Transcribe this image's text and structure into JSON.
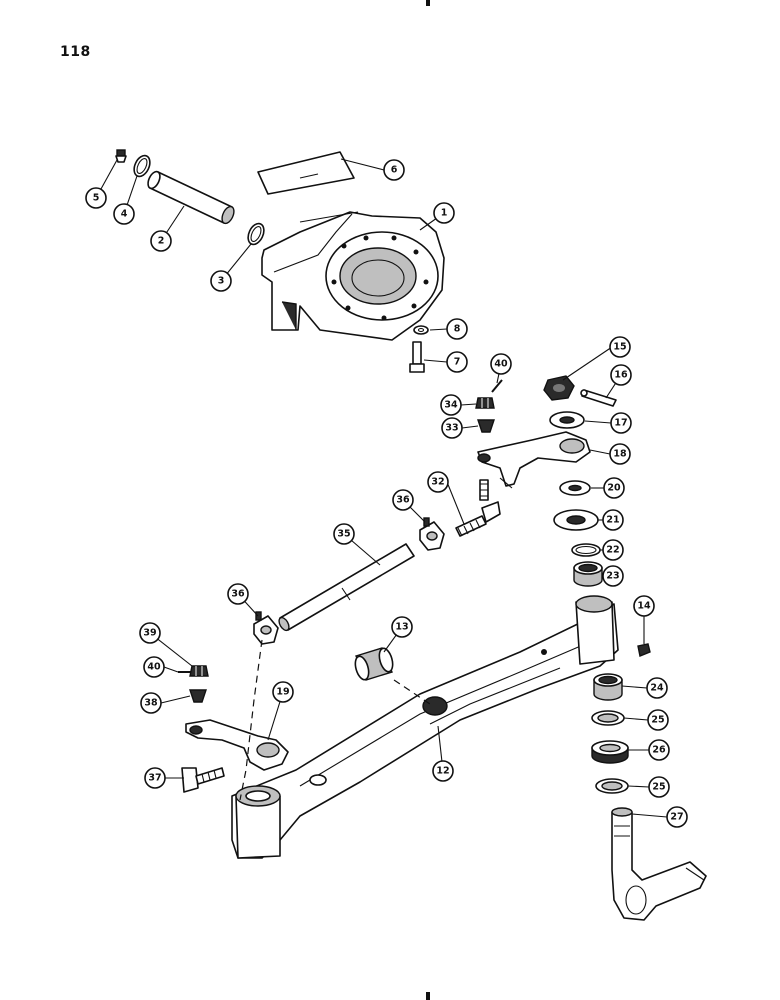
{
  "page_number": "118",
  "callouts": [
    {
      "label": "1"
    },
    {
      "label": "2"
    },
    {
      "label": "3"
    },
    {
      "label": "4"
    },
    {
      "label": "5"
    },
    {
      "label": "6"
    },
    {
      "label": "7"
    },
    {
      "label": "8"
    },
    {
      "label": "12"
    },
    {
      "label": "13"
    },
    {
      "label": "14"
    },
    {
      "label": "15"
    },
    {
      "label": "16"
    },
    {
      "label": "17"
    },
    {
      "label": "18"
    },
    {
      "label": "19"
    },
    {
      "label": "20"
    },
    {
      "label": "21"
    },
    {
      "label": "22"
    },
    {
      "label": "23"
    },
    {
      "label": "24"
    },
    {
      "label": "25"
    },
    {
      "label": "26"
    },
    {
      "label": "25"
    },
    {
      "label": "27"
    },
    {
      "label": "32"
    },
    {
      "label": "33"
    },
    {
      "label": "34"
    },
    {
      "label": "35"
    },
    {
      "label": "36"
    },
    {
      "label": "36"
    },
    {
      "label": "37"
    },
    {
      "label": "38"
    },
    {
      "label": "39"
    },
    {
      "label": "40"
    },
    {
      "label": "40"
    }
  ]
}
